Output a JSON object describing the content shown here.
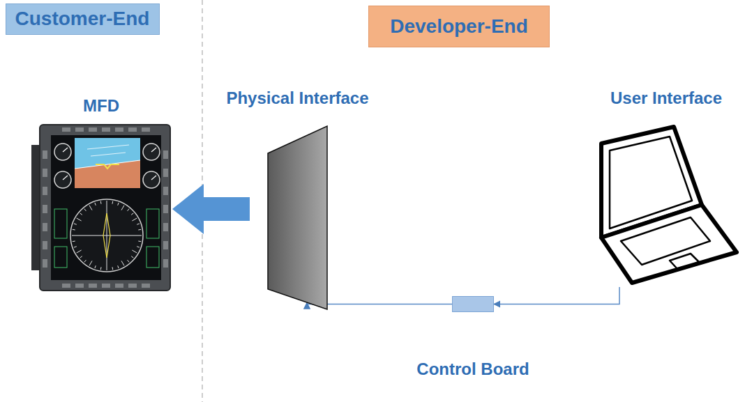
{
  "diagram": {
    "nodes": [
      {
        "text": [
          "Customer-End"
        ]
      },
      {
        "text": [
          "Developer-End"
        ]
      },
      {
        "text": [
          "MFD"
        ]
      },
      {
        "text": [
          "Physical Interface"
        ]
      },
      {
        "text": [
          "User Interface"
        ]
      },
      {
        "text": [
          "Control Board"
        ]
      }
    ],
    "edges": [
      {
        "from": 4,
        "to": 5,
        "arrow": "to"
      },
      {
        "from": 5,
        "to": 3,
        "arrow": "to"
      },
      {
        "from": 3,
        "to": 2,
        "arrow": "to"
      }
    ]
  }
}
